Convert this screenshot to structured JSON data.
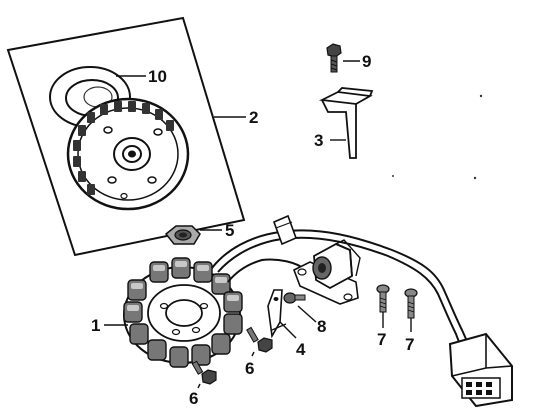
{
  "diagram": {
    "callouts": {
      "stator": "1",
      "flywheel_assembly": "2",
      "pulser_bracket_left": "3",
      "bracket_lower": "4",
      "nut": "5",
      "bolt_left": "6",
      "bolt_middle": "6",
      "bolt_right_a": "7",
      "bolt_right_b": "7",
      "screw_small": "8",
      "bolt_top": "9",
      "magnet_ring": "10"
    },
    "colors": {
      "line": "#111111",
      "shade": "#555555",
      "paper": "#ffffff"
    }
  }
}
